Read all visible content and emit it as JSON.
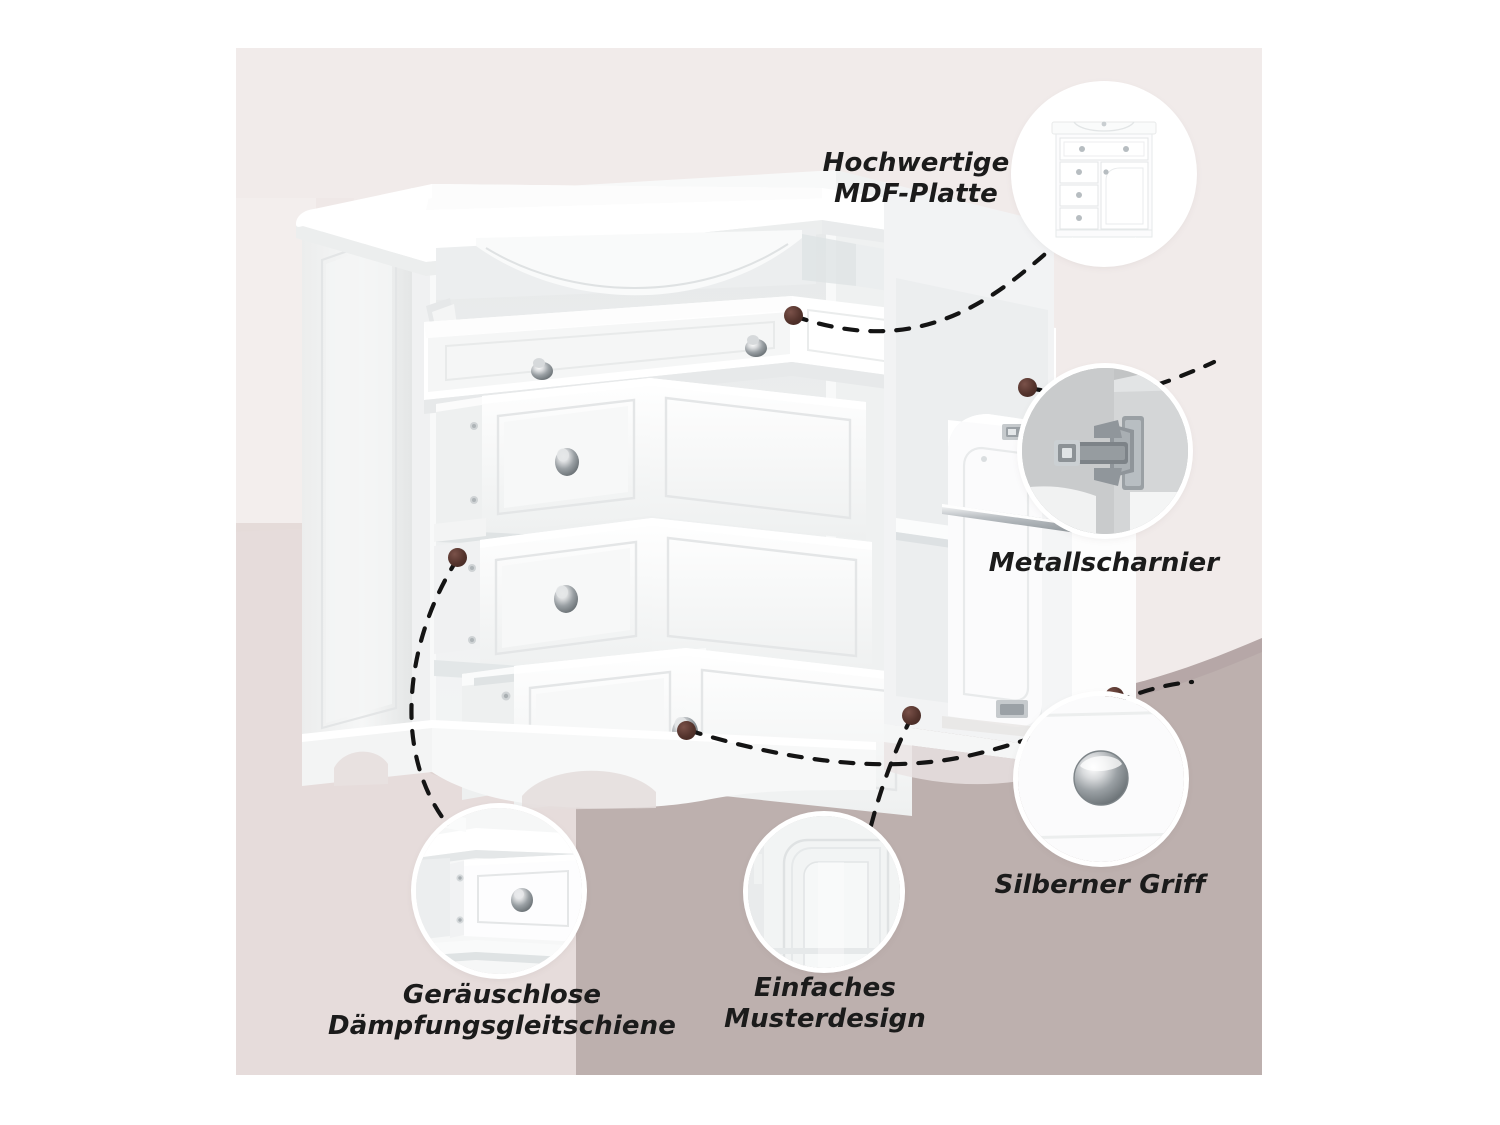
{
  "scene": {
    "background_color": "#f1ebea",
    "page_color": "#ffffff",
    "floor_color": "#b9aaa8",
    "wall_color": "#f1ebea",
    "accent_dot_color": "#53332c",
    "connector_color": "#1a1a1a",
    "product_color": "#ffffff"
  },
  "product": {
    "name": "Badezimmer-Waschtischunterschrank",
    "description": "Weisser Waschtischunterschrank mit ausklappbarer Frontblende, drei Schubladen und einer geoeffneten Tuer"
  },
  "features": [
    {
      "id": "mdf",
      "label": "Hochwertige\nMDF-Platte",
      "callout_icon": "cabinet-thumbnail-icon",
      "detail": "Komplettansicht des Waschtischunterschranks"
    },
    {
      "id": "hinge",
      "label": "Metallscharnier",
      "callout_icon": "metal-hinge-icon",
      "detail": "Nahaufnahme des Metallscharniers"
    },
    {
      "id": "knob",
      "label": "Silberner Griff",
      "callout_icon": "silver-knob-icon",
      "detail": "Nahaufnahme des silbernen Kugelgriffs"
    },
    {
      "id": "slide",
      "label": "Geräuschlose\nDämpfungsgleitschiene",
      "callout_icon": "drawer-slide-icon",
      "detail": "Nahaufnahme der gedaempften Schubladenschiene"
    },
    {
      "id": "pattern",
      "label": "Einfaches\nMusterdesign",
      "callout_icon": "panel-pattern-icon",
      "detail": "Nahaufnahme der Kassettenfront"
    }
  ]
}
